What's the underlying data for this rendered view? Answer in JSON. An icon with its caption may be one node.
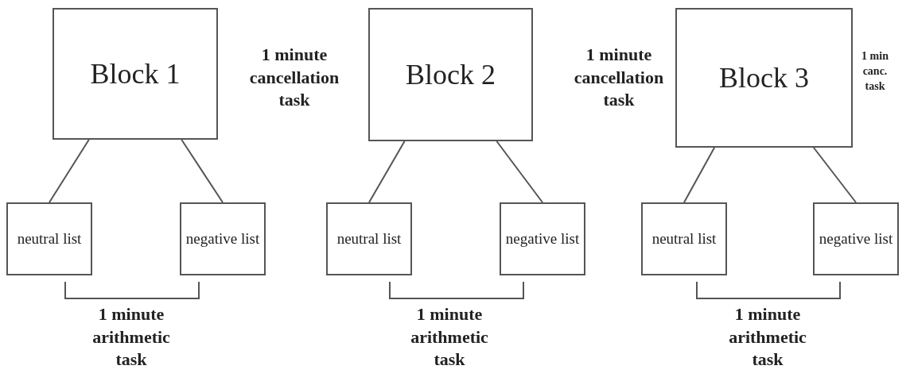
{
  "diagram": {
    "nodes": [
      {
        "text": [
          "Block 1"
        ]
      },
      {
        "text": [
          "Block 2"
        ]
      },
      {
        "text": [
          "Block 3"
        ]
      },
      {
        "text": [
          "neutral list"
        ]
      },
      {
        "text": [
          "negative list"
        ]
      },
      {
        "text": [
          "neutral list"
        ]
      },
      {
        "text": [
          "negative list"
        ]
      },
      {
        "text": [
          "neutral list"
        ]
      },
      {
        "text": [
          "negative list"
        ]
      }
    ],
    "edges": [
      {
        "from": 0,
        "to": 3,
        "arrow": "none"
      },
      {
        "from": 0,
        "to": 4,
        "arrow": "none"
      },
      {
        "from": 1,
        "to": 5,
        "arrow": "none"
      },
      {
        "from": 1,
        "to": 6,
        "arrow": "none"
      },
      {
        "from": 2,
        "to": 7,
        "arrow": "none"
      },
      {
        "from": 2,
        "to": 8,
        "arrow": "none"
      }
    ],
    "labels": [
      "1 minute cancellation task",
      "1 minute cancellation task",
      "1 min canc. task",
      "1 minute arithmetic task",
      "1 minute arithmetic task",
      "1 minute arithmetic task"
    ]
  }
}
